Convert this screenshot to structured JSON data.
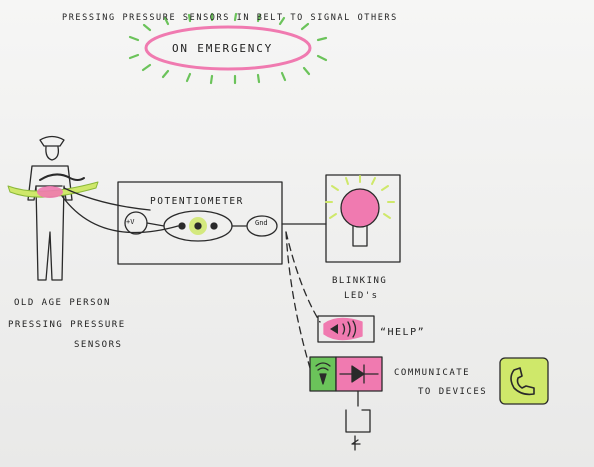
{
  "labels": {
    "title": "PRESSING PRESSURE SENSORS IN BELT TO SIGNAL OTHERS",
    "emergency": "ON EMERGENCY",
    "potentiometer": "POTENTIOMETER",
    "plus_v": "+V",
    "gnd": "Gnd",
    "blinking_line1": "BLINKING",
    "blinking_line2": "LED's",
    "old_age_person": "OLD AGE PERSON",
    "pressing_pressure": "PRESSING PRESSURE",
    "sensors": "SENSORS",
    "help": "“HELP”",
    "communicate_line1": "COMMUNICATE",
    "communicate_line2": "TO DEVICES"
  },
  "colors": {
    "ink": "#2a2a2a",
    "pink": "#f07ab0",
    "lime": "#cfe86a",
    "green": "#6bc35a",
    "paper": "#f1f1f0"
  },
  "icons": [
    "person-figure-icon",
    "led-bulb-icon",
    "speaker-icon",
    "transmitter-icon",
    "diode-icon",
    "phone-icon",
    "antenna-icon"
  ]
}
